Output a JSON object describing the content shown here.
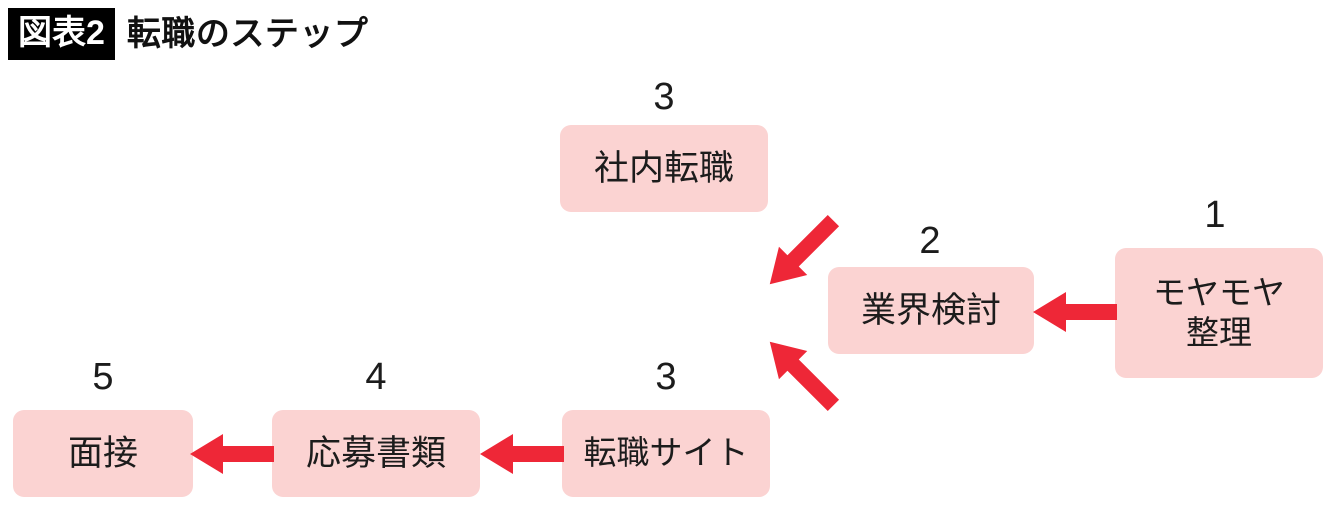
{
  "title": {
    "badge": "図表2",
    "text": "転職のステップ"
  },
  "colors": {
    "box_fill": "#FBD3D2",
    "arrow_red": "#EE2737",
    "badge_bg": "#000000",
    "text": "#1C1C1C",
    "page_bg": "#FFFFFF"
  },
  "diagram": {
    "type": "flow",
    "nodes": [
      {
        "id": "moyamoya",
        "step": "1",
        "label_line1": "モヤモヤ",
        "label_line2": "整理"
      },
      {
        "id": "gyokai",
        "step": "2",
        "label": "業界検討"
      },
      {
        "id": "shanai",
        "step": "3",
        "label": "社内転職"
      },
      {
        "id": "tenshoku",
        "step": "3",
        "label": "転職サイト"
      },
      {
        "id": "oubo",
        "step": "4",
        "label": "応募書類"
      },
      {
        "id": "mensetsu",
        "step": "5",
        "label": "面接"
      }
    ],
    "edges": [
      {
        "from": "moyamoya",
        "to": "gyokai",
        "direction": "left"
      },
      {
        "from": "gyokai",
        "to": "shanai",
        "direction": "up-left"
      },
      {
        "from": "gyokai",
        "to": "tenshoku",
        "direction": "down-left"
      },
      {
        "from": "tenshoku",
        "to": "oubo",
        "direction": "left"
      },
      {
        "from": "oubo",
        "to": "mensetsu",
        "direction": "left"
      }
    ]
  }
}
